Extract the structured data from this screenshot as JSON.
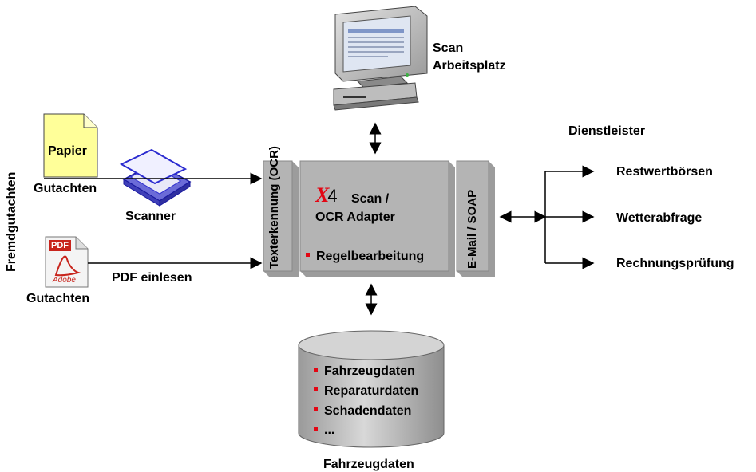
{
  "workstation": {
    "label_line1": "Scan",
    "label_line2": "Arbeitsplatz",
    "icon": "computer-workstation-icon"
  },
  "side_label": "Fremdgutachten",
  "paper": {
    "title": "Papier",
    "label": "Gutachten",
    "icon": "paper-document-icon"
  },
  "scanner": {
    "label": "Scanner",
    "icon": "flatbed-scanner-icon"
  },
  "pdf": {
    "badge": "PDF",
    "logo_text": "Adobe",
    "label": "Gutachten",
    "arrow_label": "PDF einlesen",
    "icon": "pdf-document-icon"
  },
  "adapter": {
    "left_panel": "Texterkennung (OCR)",
    "logo_x": "X",
    "logo_4": "4",
    "title_line1": "Scan /",
    "title_line2": "OCR Adapter",
    "bullet": "Regelbearbeitung",
    "right_panel": "E-Mail / SOAP"
  },
  "database": {
    "items": [
      "Fahrzeugdaten",
      "Reparaturdaten",
      "Schadendaten",
      "..."
    ],
    "caption": "Fahrzeugdaten",
    "icon": "database-cylinder-icon"
  },
  "services": {
    "title": "Dienstleister",
    "items": [
      "Restwertbörsen",
      "Wetterabfrage",
      "Rechnungsprüfung"
    ]
  },
  "colors": {
    "box_fill": "#b4b4b4",
    "panel_fill": "#a8a8a8",
    "paper_fill": "#ffff99",
    "scanner_blue": "#2b2bd0",
    "bullet_red": "#e30613",
    "pdf_red": "#c8241c"
  }
}
